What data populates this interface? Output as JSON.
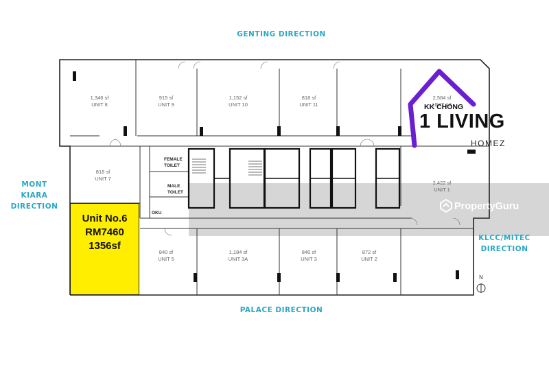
{
  "directions": {
    "genting": "GENTING DIRECTION",
    "mont_kiara_line1": "MONT KIARA",
    "mont_kiara_line2": "DIRECTION",
    "klcc_line1": "KLCC/MITEC",
    "klcc_line2": "DIRECTION",
    "palace": "PALACE DIRECTION"
  },
  "units": [
    {
      "size": "1,346 sf",
      "name": "UNIT 8"
    },
    {
      "size": "915 sf",
      "name": "UNIT 9"
    },
    {
      "size": "1,152 sf",
      "name": "UNIT 10"
    },
    {
      "size": "818 sf",
      "name": "UNIT 11"
    },
    {
      "size": "2,584 sf",
      "name": "UNIT 12"
    },
    {
      "size": "818 sf",
      "name": "UNIT 7"
    },
    {
      "size": "2,422 sf",
      "name": "UNIT 1"
    },
    {
      "size": "840 sf",
      "name": "UNIT 5"
    },
    {
      "size": "1,184 sf",
      "name": "UNIT 3A"
    },
    {
      "size": "840 sf",
      "name": "UNIT 3"
    },
    {
      "size": "872 sf",
      "name": "UNIT 2"
    }
  ],
  "rooms": {
    "female_line1": "FEMALE",
    "female_line2": "TOILET",
    "male_line1": "MALE",
    "male_line2": "TOILET",
    "oku": "OKU"
  },
  "highlight": {
    "unit": "Unit No.6",
    "price": "RM7460",
    "size": "1356sf",
    "color": "#ffee00"
  },
  "logo": {
    "top": "KK CHONG",
    "main": "1 LIVING",
    "sub": "HOMEZ",
    "accent_color": "#6a1fd1"
  },
  "watermark": {
    "text": "PropertyGuru"
  },
  "compass": {
    "label": "N"
  }
}
